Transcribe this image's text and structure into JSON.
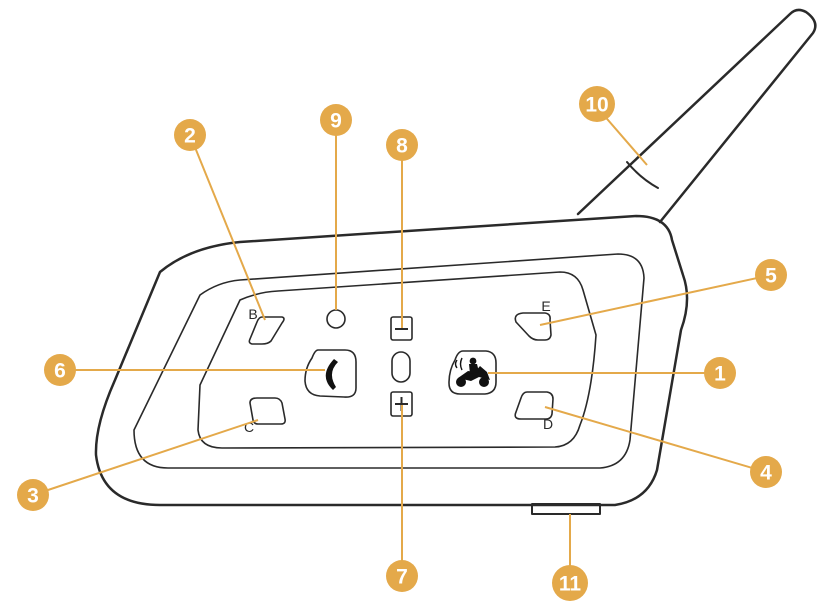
{
  "colors": {
    "callout": "#e4a94a",
    "outline": "#2a2a2a",
    "background": "#ffffff"
  },
  "button_letters": {
    "b": "B",
    "c": "C",
    "d": "D",
    "e": "E"
  },
  "callouts": [
    "1",
    "2",
    "3",
    "4",
    "5",
    "6",
    "7",
    "8",
    "9",
    "10",
    "11"
  ],
  "icons": {
    "phone": "phone-handset-icon",
    "motorcycle": "motorcycle-rider-icon",
    "minus": "minus-icon",
    "plus": "plus-icon"
  }
}
